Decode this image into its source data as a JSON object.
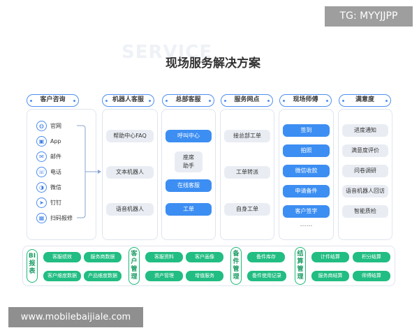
{
  "watermarks": {
    "top_right": "TG: MYYJJPP",
    "bottom_left": "www.mobilebaijiale.com"
  },
  "background_word": "SERVICE",
  "title": "现场服务解决方案",
  "columns": [
    {
      "header": "客户咨询"
    },
    {
      "header": "机器人客服"
    },
    {
      "header": "总部客服"
    },
    {
      "header": "服务网点"
    },
    {
      "header": "现场师傅"
    },
    {
      "header": "满意度"
    }
  ],
  "channels": [
    {
      "label": "官网",
      "icon": "globe-icon",
      "glyph": "◍"
    },
    {
      "label": "App",
      "icon": "app-icon",
      "glyph": "▣"
    },
    {
      "label": "邮件",
      "icon": "mail-icon",
      "glyph": "✉"
    },
    {
      "label": "电话",
      "icon": "phone-icon",
      "glyph": "☏"
    },
    {
      "label": "微信",
      "icon": "wechat-icon",
      "glyph": "◑"
    },
    {
      "label": "钉钉",
      "icon": "dingtalk-icon",
      "glyph": "➤"
    },
    {
      "label": "扫码报修",
      "icon": "qrcode-icon",
      "glyph": "▦"
    }
  ],
  "robot": [
    "帮助中心FAQ",
    "文本机器人",
    "语音机器人"
  ],
  "hq": {
    "call_center": "呼叫中心",
    "assistant": [
      "座席",
      "助手"
    ],
    "online": "在线客服",
    "ticket": "工单"
  },
  "outlet": [
    "接总部工单",
    "工单转派",
    "自身工单"
  ],
  "technician": [
    "签到",
    "拍照",
    "微信收款",
    "申请备件",
    "客户签字"
  ],
  "technician_more": "……",
  "satisfaction": [
    "进度通知",
    "满意度评价",
    "问卷调研",
    "语音机器人回访",
    "智能质检"
  ],
  "bottom": [
    {
      "label": [
        "BI",
        "报",
        "表"
      ],
      "items": [
        "客服绩效",
        "服务商数据",
        "客户维度数据",
        "产品维度数据"
      ]
    },
    {
      "label": [
        "客",
        "户",
        "管",
        "理"
      ],
      "items": [
        "客服资料",
        "客户画像",
        "资产管理",
        "增值服务"
      ]
    },
    {
      "label": [
        "备",
        "件",
        "管",
        "理"
      ],
      "items": [
        "备件库存",
        "备件使用记录"
      ]
    },
    {
      "label": [
        "结",
        "算",
        "管",
        "理"
      ],
      "items": [
        "计件结算",
        "积分结算",
        "服务商结算",
        "师傅结算"
      ]
    }
  ],
  "colors": {
    "blue": "#3c8ef2",
    "green": "#21bd82",
    "gray_btn": "#e9edf3"
  }
}
